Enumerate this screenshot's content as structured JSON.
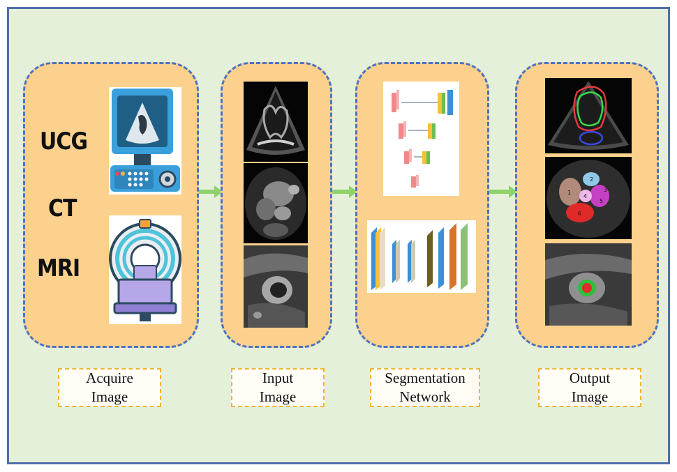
{
  "stages": [
    {
      "caption_line1": "Acquire",
      "caption_line2": "Image"
    },
    {
      "caption_line1": "Input",
      "caption_line2": "Image"
    },
    {
      "caption_line1": "Segmentation",
      "caption_line2": "Network"
    },
    {
      "caption_line1": "Output",
      "caption_line2": "Image"
    }
  ],
  "modalities": [
    "UCG",
    "CT",
    "MRI"
  ],
  "segment_labels": [
    "1",
    "2",
    "3",
    "4",
    "5",
    "6"
  ],
  "colors": {
    "frame_border": "#4f6fa8",
    "background": "#e4f0da",
    "stage_fill": "#fbd18d",
    "stage_border": "#4b73c6",
    "arrow": "#8fd16a",
    "caption_border": "#f1b431"
  }
}
